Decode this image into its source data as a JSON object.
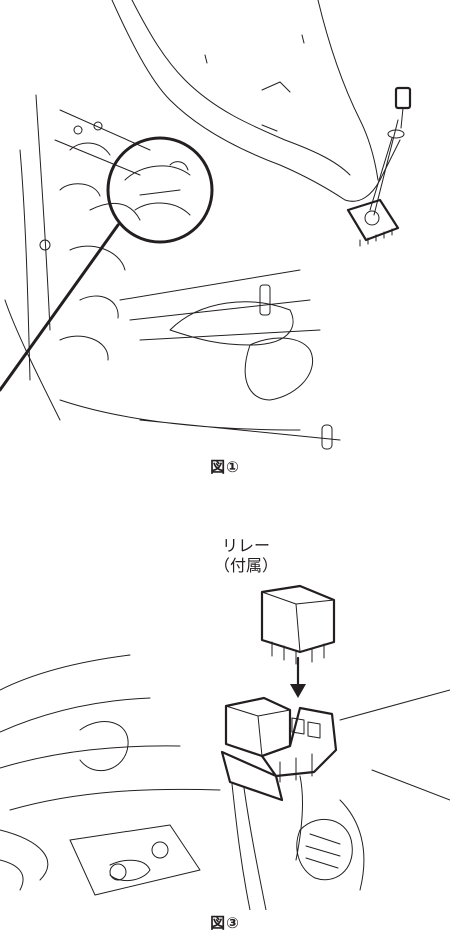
{
  "figures": [
    {
      "id": "fig1",
      "caption": "図①"
    },
    {
      "id": "fig3",
      "caption": "図③"
    }
  ],
  "relay_label": {
    "line1": "リレー",
    "line2": "（付属）"
  }
}
